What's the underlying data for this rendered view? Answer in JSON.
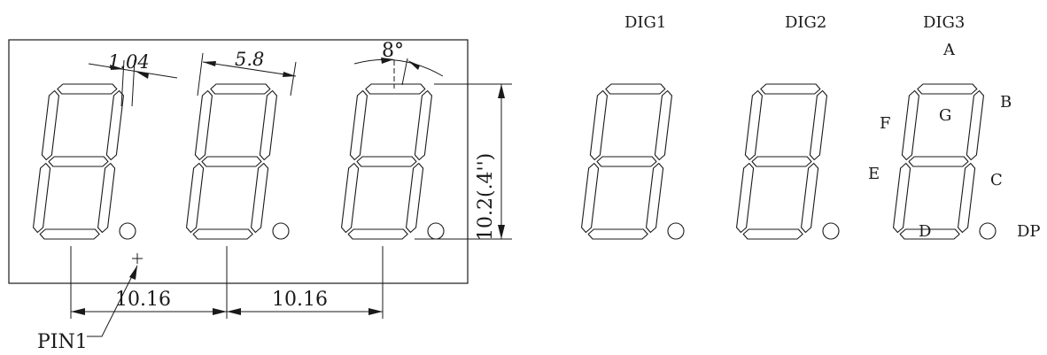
{
  "left_drawing": {
    "dim_segment_width": "1.04",
    "dim_digit_width": "5.8",
    "dim_slant_angle": "8°",
    "dim_digit_height": "10.2(.4'')",
    "dim_pitch_1": "10.16",
    "dim_pitch_2": "10.16",
    "pin_label": "PIN1"
  },
  "right_drawing": {
    "digits": [
      {
        "label": "DIG1"
      },
      {
        "label": "DIG2"
      },
      {
        "label": "DIG3"
      }
    ],
    "segments": {
      "a": "A",
      "b": "B",
      "c": "C",
      "d": "D",
      "e": "E",
      "f": "F",
      "g": "G",
      "dp": "DP"
    }
  }
}
